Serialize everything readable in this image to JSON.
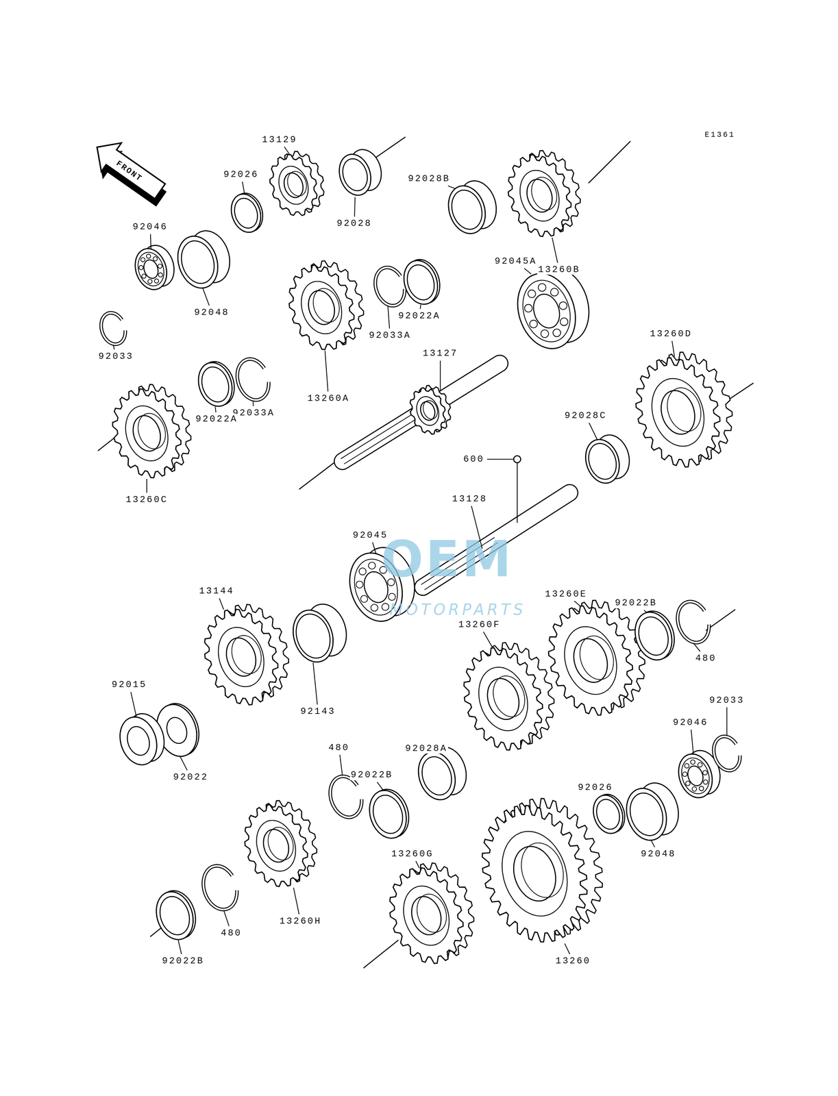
{
  "diagram": {
    "labels": [
      "E1361",
      "FRONT",
      "13129",
      "92026",
      "92028",
      "92028B",
      "13260B",
      "92046",
      "92048",
      "92033",
      "92045A",
      "92022A",
      "92033A",
      "13260A",
      "92033A",
      "92022A",
      "13127",
      "13260D",
      "13260C",
      "92028C",
      "600",
      "13128",
      "92045",
      "13144",
      "13260E",
      "92022B",
      "13260F",
      "480",
      "92015",
      "92143",
      "92028A",
      "92022B",
      "480",
      "92033",
      "92046",
      "92022",
      "92026",
      "92048",
      "13260G",
      "480",
      "13260H",
      "92022B",
      "13260",
      "OEM",
      "MOTORPARTS"
    ]
  }
}
